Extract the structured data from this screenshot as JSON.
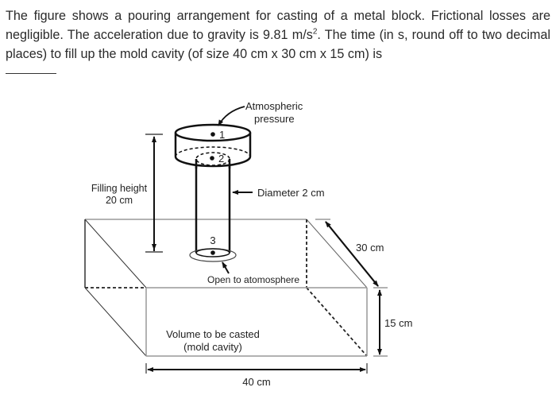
{
  "question": {
    "part1": "The figure shows a pouring arrangement for casting of a metal block. Frictional losses are negligible. The acceleration due to gravity is 9.81 m/s",
    "superscript": "2",
    "part2": ". The time (in s, round off to two decimal places) to fill up the mold cavity (of size 40 cm x 30 cm x 15 cm) is"
  },
  "figure": {
    "atmospheric_label_line1": "Atmospheric",
    "atmospheric_label_line2": "pressure",
    "point1": "1",
    "point2": "2",
    "point3": "3",
    "filling_height_line1": "Filling height",
    "filling_height_line2": "20 cm",
    "diameter_label": "Diameter 2 cm",
    "open_label": "Open to atomosphere",
    "depth_label": "30 cm",
    "height_label": "15 cm",
    "length_label": "40 cm",
    "cavity_label_line1": "Volume to be casted",
    "cavity_label_line2": "(mold cavity)"
  }
}
